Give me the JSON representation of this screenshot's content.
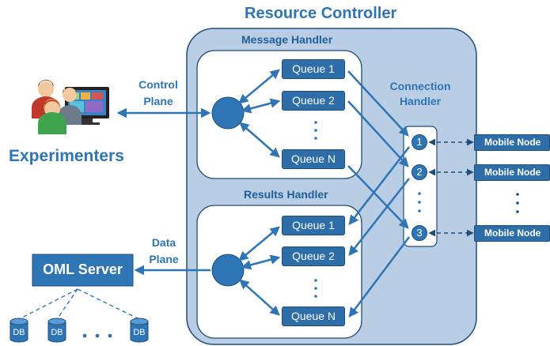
{
  "resource_controller": {
    "title": "Resource Controller"
  },
  "message_handler": {
    "title": "Message Handler",
    "queues": [
      "Queue 1",
      "Queue 2",
      "Queue N"
    ]
  },
  "results_handler": {
    "title": "Results Handler",
    "queues": [
      "Queue 1",
      "Queue 2",
      "Queue N"
    ]
  },
  "connection_handler": {
    "title_line1": "Connection",
    "title_line2": "Handler",
    "ports": [
      "1",
      "2",
      "3"
    ]
  },
  "experimenters": {
    "label": "Experimenters"
  },
  "control_plane": {
    "line1": "Control",
    "line2": "Plane"
  },
  "data_plane": {
    "line1": "Data",
    "line2": "Plane"
  },
  "oml_server": {
    "label": "OML Server"
  },
  "databases": [
    "DB",
    "DB",
    "DB"
  ],
  "mobile_nodes": [
    "Mobile Node",
    "Mobile Node",
    "Mobile Node"
  ],
  "colors": {
    "accent": "#2e75b6",
    "dark": "#1f4e79",
    "panel": "#b9cde5",
    "panel_border": "#1f4e79"
  }
}
